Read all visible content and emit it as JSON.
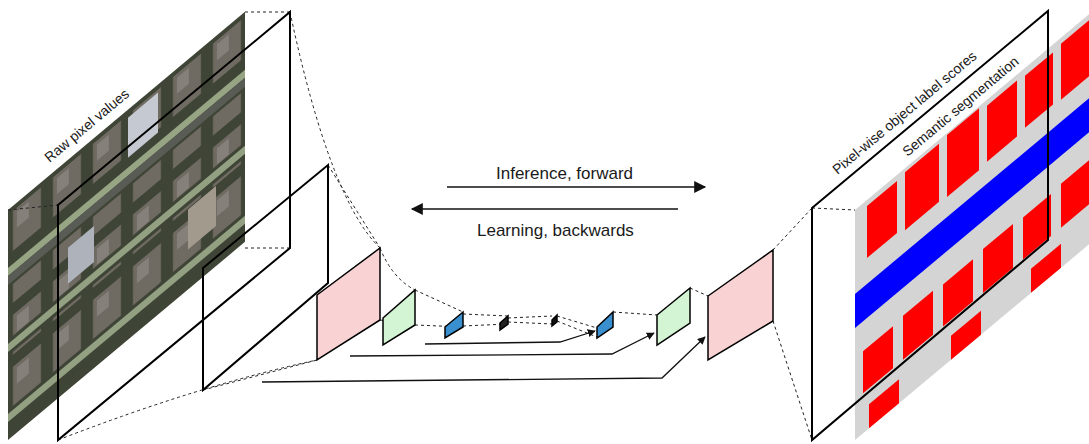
{
  "diagram": {
    "labels": [
      "Raw pixel values",
      "Inference, forward",
      "Learning, backwards",
      "Pixel-wise object label scores",
      "Semantic segmentation"
    ]
  }
}
